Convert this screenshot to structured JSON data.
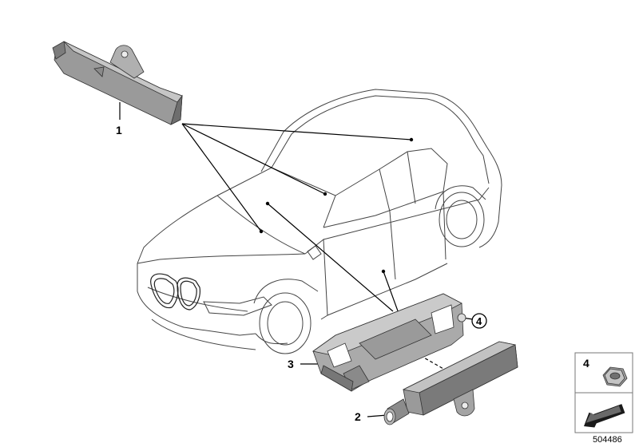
{
  "callouts": {
    "part1": "1",
    "part2": "2",
    "part3": "3",
    "part4_circled": "4"
  },
  "legend_box": {
    "part_number": "4"
  },
  "diagram_number": "504486",
  "icons": {
    "part1": "antenna-module-icon",
    "part2": "sensor-module-icon",
    "part3": "bracket-icon",
    "part4": "hex-nut-icon",
    "arrow": "orientation-arrow-icon",
    "car": "car-outline"
  },
  "colors": {
    "line": "#000000",
    "part_fill": "#a8a8a8",
    "part_fill_dark": "#7c7c7c",
    "part_fill_light": "#c9c9c9"
  }
}
